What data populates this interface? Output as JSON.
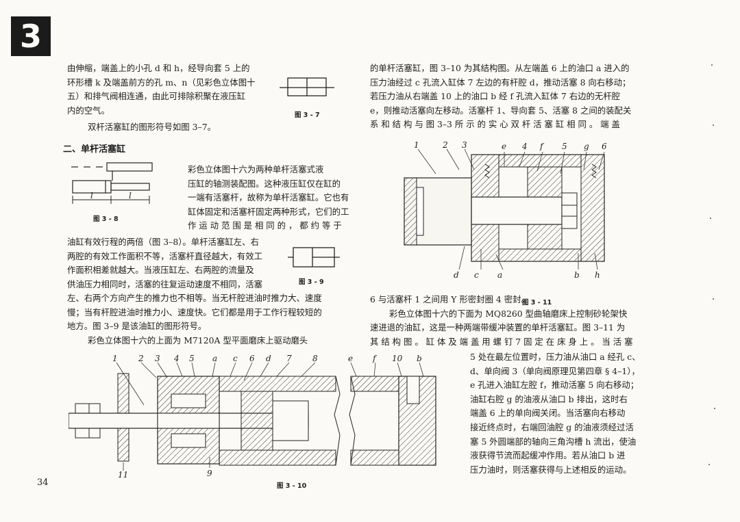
{
  "chapter_number": "3",
  "page_number": "34",
  "left_top_lines": [
    "由伸缩，端盖上的小孔 d 和 h，经导向套 5 上的",
    "环形槽 k 及端盖前方的孔 m、n（见彩色立体图十",
    "五）和排气阀相连通，由此可排除积聚在液压缸",
    "内的空气。"
  ],
  "left_indent_line": "双杆活塞缸的图形符号如图 3–7。",
  "section_heading": "二、单杆活塞缸",
  "intro_lines": [
    "彩色立体图十六为两种单杆活塞式液",
    "压缸的轴测装配图。这种液压缸仅在缸的",
    "一端有活塞杆，故称为单杆活塞缸。它也有",
    "缸体固定和活塞杆固定两种形式，它们的工",
    "作 运 动 范 围 是 相 同 的 ， 都 约 等 于"
  ],
  "mid_lines": [
    "油缸有效行程的两倍（图 3–8）。单杆活塞缸左、右",
    "两腔的有效工作面积不等，活塞杆直径越大，有效工",
    "作面积相差就越大。当液压缸左、右两腔的流量及",
    "供油压力相同时，活塞的往复运动速度不相同，活塞"
  ],
  "full_lines": [
    "左、右两个方向产生的推力也不相等。当无杆腔进油时推力大、速度",
    "慢；当有杆腔进油时推力小、速度快。它们都是用于工作行程较短的",
    "地方。图 3–9 是该油缸的图形符号。"
  ],
  "left_last_line": "彩色立体图十六的上面为 M7120A 型平面磨床上驱动磨头",
  "right_top_lines": [
    "的单杆活塞缸，图 3–10 为其结构图。从左端盖 6 上的油口 a 进入的",
    "压力油经过 c 孔流入缸体 7 左边的有杆腔 d，推动活塞 8 向右移动；",
    "若压力油从右端盖 10 上的油口 b 经 f 孔流入缸体 7 右边的无杆腔",
    "e，则推动活塞向左移动。活塞杆 1、导向套 5、活塞 8 之间的装配关",
    "系 和 结 构 与 图 3–3 所 示 的 实 心 双 杆 活 塞 缸 相 同 。 端 盖"
  ],
  "right_mid_lines": [
    "6 与活塞杆 1 之间用 Y 形密封圈 4 密封。",
    "彩色立体图十六的下面为 MQ8260 型曲轴磨床上控制砂轮架快",
    "速进退的油缸，这是一种两端带缓冲装置的单杆活塞缸。图 3–11 为",
    "其 结 构 图 。 缸 体 及 端 盖 用 螺 钉 7 固 定 在 床 身 上 。 当 活 塞"
  ],
  "right_bottom_lines": [
    "5 处在最左位置时，压力油从油口 a 经孔 c、",
    "d、单向阀 3（单向阀原理见第四章 § 4–1），",
    "e 孔进入油缸左腔 f，推动活塞 5 向右移动；",
    "油缸右腔 g 的油液从油口 b 排出，这时右",
    "端盖 6 上的单向阀关闭。当活塞向右移动",
    "接近终点时，右端回油腔 g 的油液须经过活",
    "塞 5 外圆端部的轴向三角沟槽 h 流出，使油",
    "液获得节流而起缓冲作用。若从油口 b 进",
    "压力油时，则活塞获得与上述相反的运动。"
  ],
  "captions": {
    "fig37": "图 3 - 7",
    "fig38": "图 3 - 8",
    "fig39": "图 3 - 9",
    "fig310": "图 3 - 10",
    "fig311": "图 3 - 11"
  },
  "fig38_labels": {
    "left": "l",
    "right": "l"
  },
  "fig310_labels": [
    "1",
    "2",
    "3",
    "4",
    "5",
    "a",
    "c",
    "6",
    "d",
    "7",
    "8",
    "e",
    "f",
    "10",
    "b",
    "11",
    "9"
  ],
  "fig311_labels_top": [
    "1",
    "2",
    "3",
    "e",
    "4",
    "f",
    "5",
    "g",
    "6"
  ],
  "fig311_labels_bottom": [
    "d",
    "c",
    "a",
    "b",
    "h"
  ]
}
